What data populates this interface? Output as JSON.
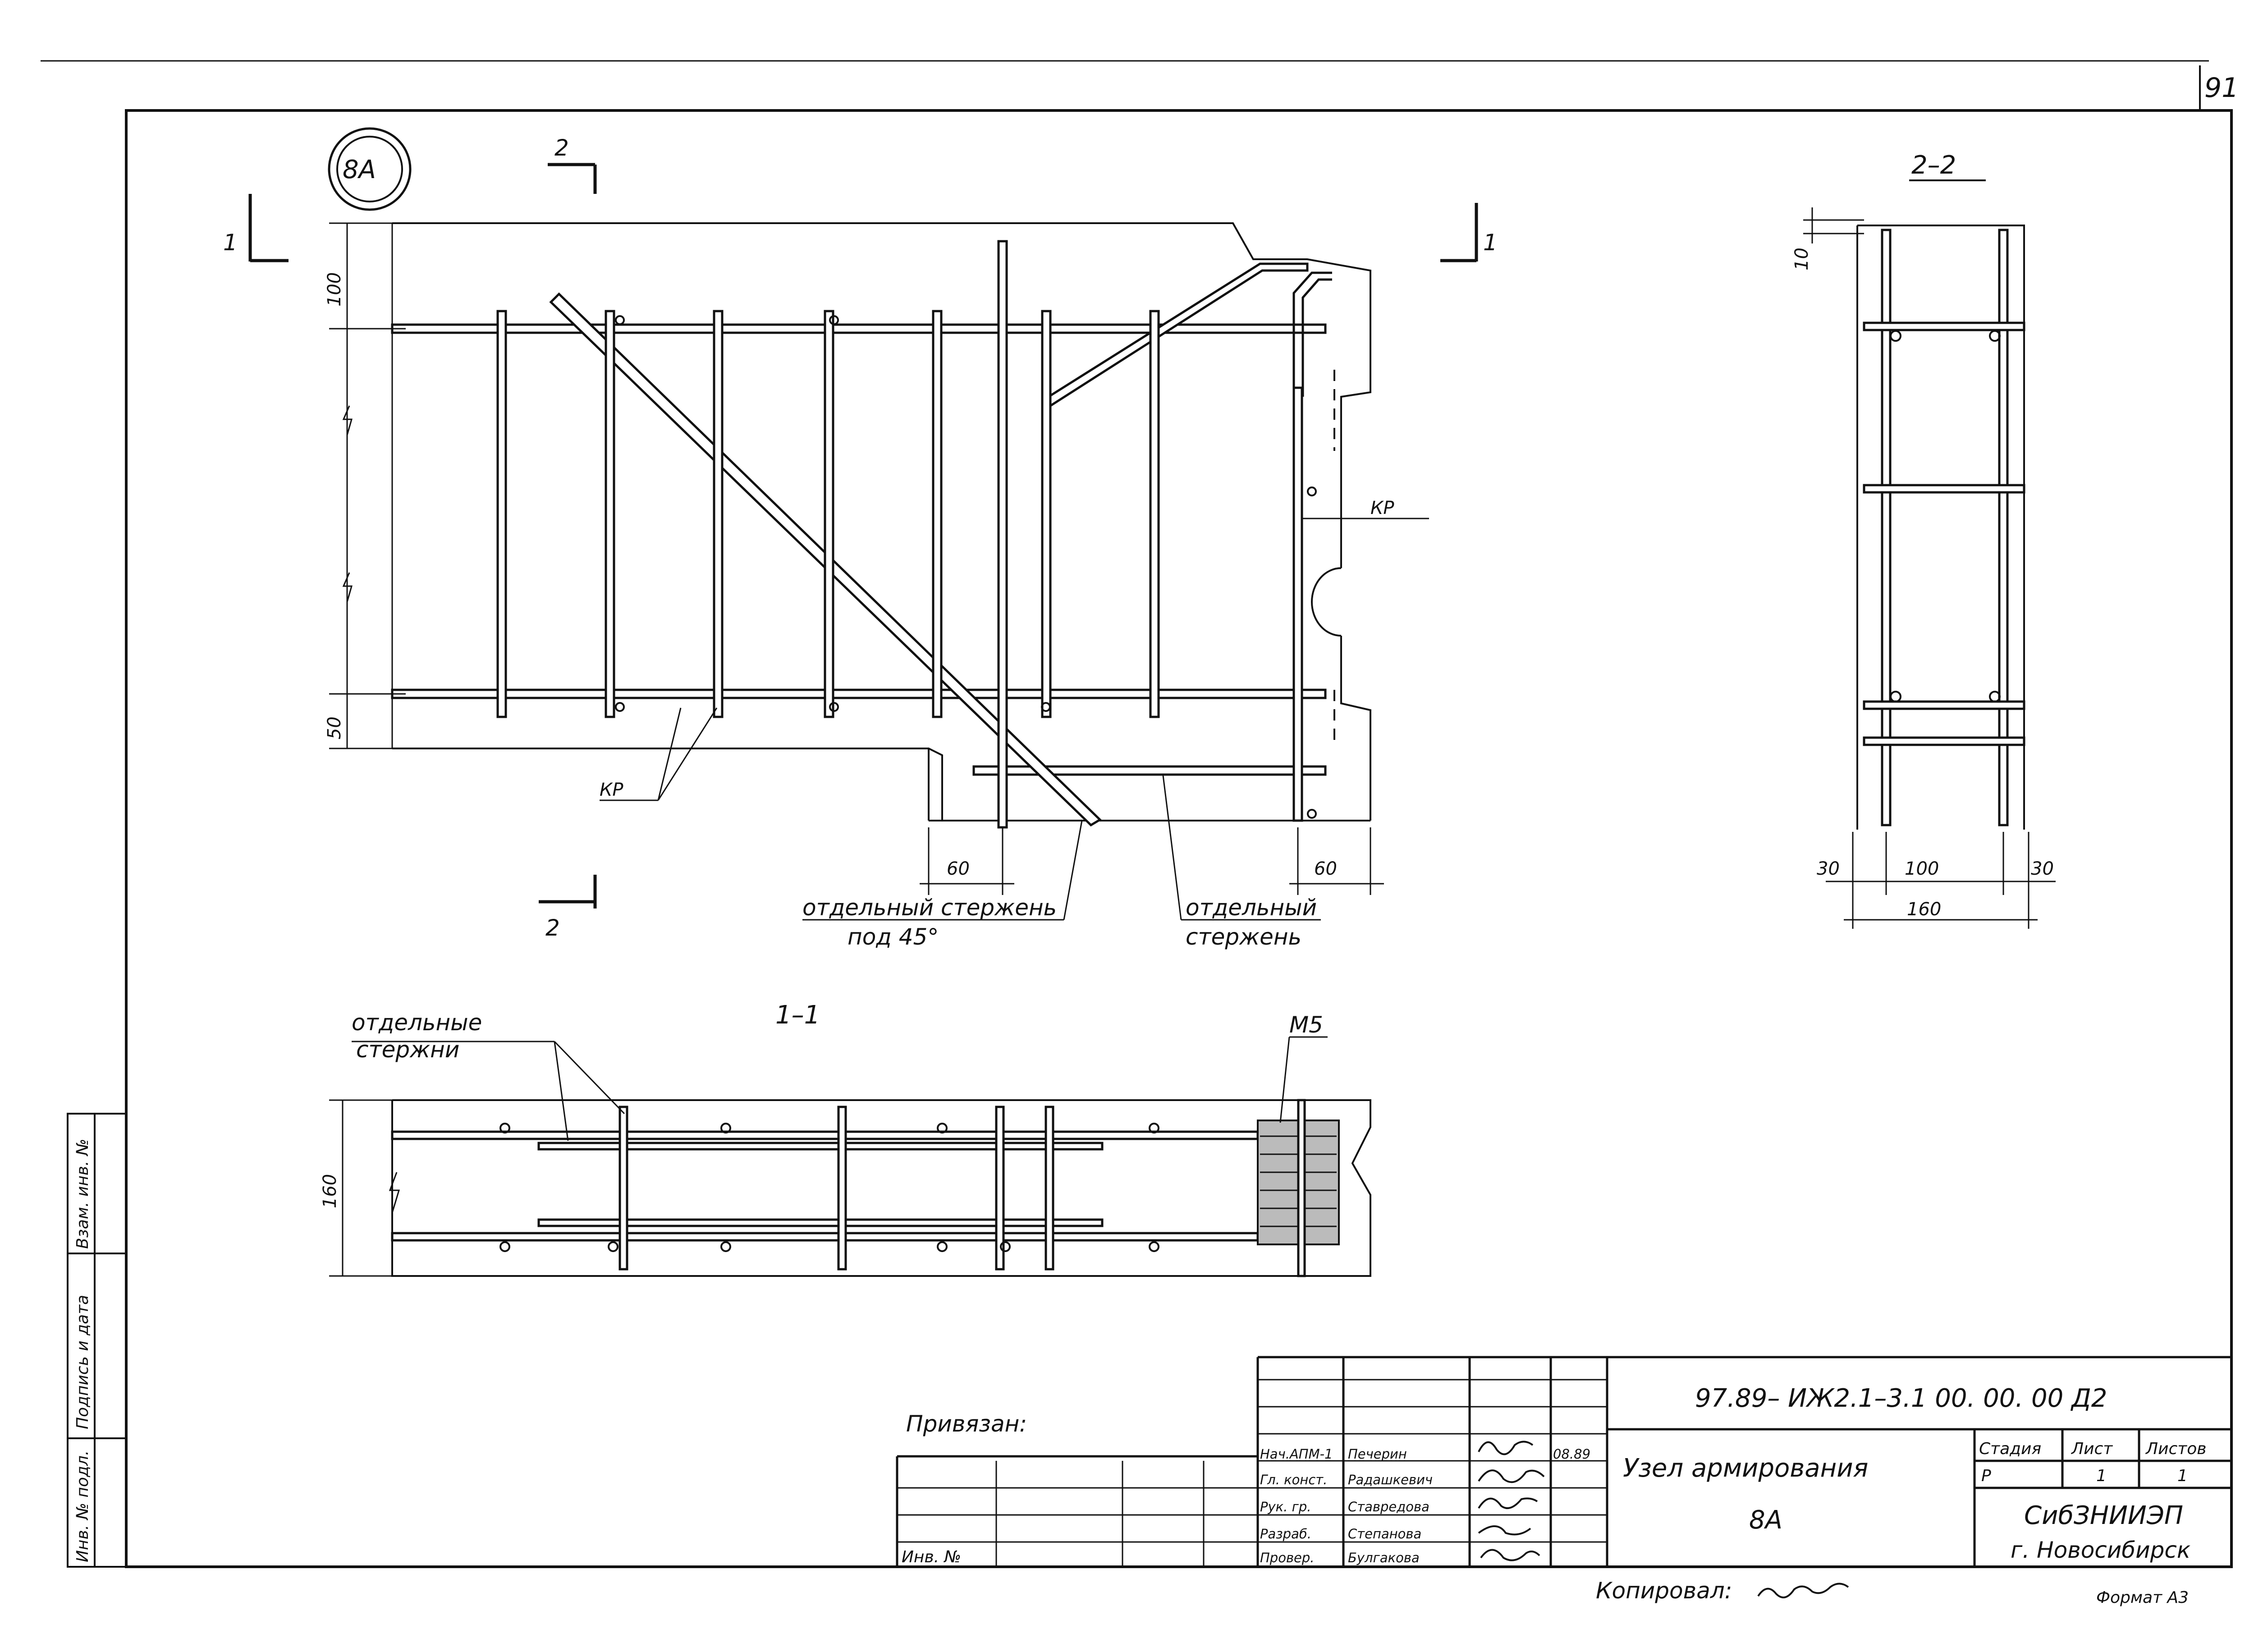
{
  "sheet_number": "91",
  "node_mark": "8А",
  "section_marks": {
    "s1": "1",
    "s2": "2",
    "title_11": "1–1",
    "title_22": "2–2"
  },
  "plan": {
    "dims": {
      "top": "100",
      "bottom": "50",
      "left_60": "60",
      "right_60": "60"
    },
    "labels": {
      "kp": "КР",
      "kp_right": "КР",
      "rod45_line1": "отдельный стержень",
      "rod45_line2": "под 45°",
      "rod_line1": "отдельный",
      "rod_line2": "стержень"
    }
  },
  "section_22": {
    "dims": {
      "top": "10",
      "left": "30",
      "mid": "100",
      "right": "30",
      "total": "160"
    }
  },
  "section_11": {
    "labels": {
      "rods_line1": "отдельные",
      "rods_line2": "стержни",
      "m5": "М5"
    },
    "dims": {
      "height": "160"
    }
  },
  "side_stamp": [
    "Инв. № подл.",
    "Подпись и дата",
    "Взам. инв. №"
  ],
  "title_block": {
    "code": "97.89– ИЖ2.1–3.1   00. 00. 00   Д2",
    "privyazan": "Привязан:",
    "inv_no": "Инв. №",
    "title_line1": "Узел армирования",
    "title_line2": "8А",
    "headers": {
      "stage": "Стадия",
      "sheet": "Лист",
      "sheets": "Листов"
    },
    "values": {
      "stage": "Р",
      "sheet": "1",
      "sheets": "1"
    },
    "org_line1": "СибЗНИИЭП",
    "org_line2": "г. Новосибирск",
    "date": "08.89",
    "staff": [
      {
        "role": "Нач.АПМ-1",
        "name": "Печерин"
      },
      {
        "role": "Гл. конст.",
        "name": "Радашкевич"
      },
      {
        "role": "Рук. гр.",
        "name": "Ставредова"
      },
      {
        "role": "Разраб.",
        "name": "Степанова"
      },
      {
        "role": "Провер.",
        "name": "Булгакова"
      }
    ]
  },
  "copied_by": "Копировал:",
  "format": "Формат А3"
}
